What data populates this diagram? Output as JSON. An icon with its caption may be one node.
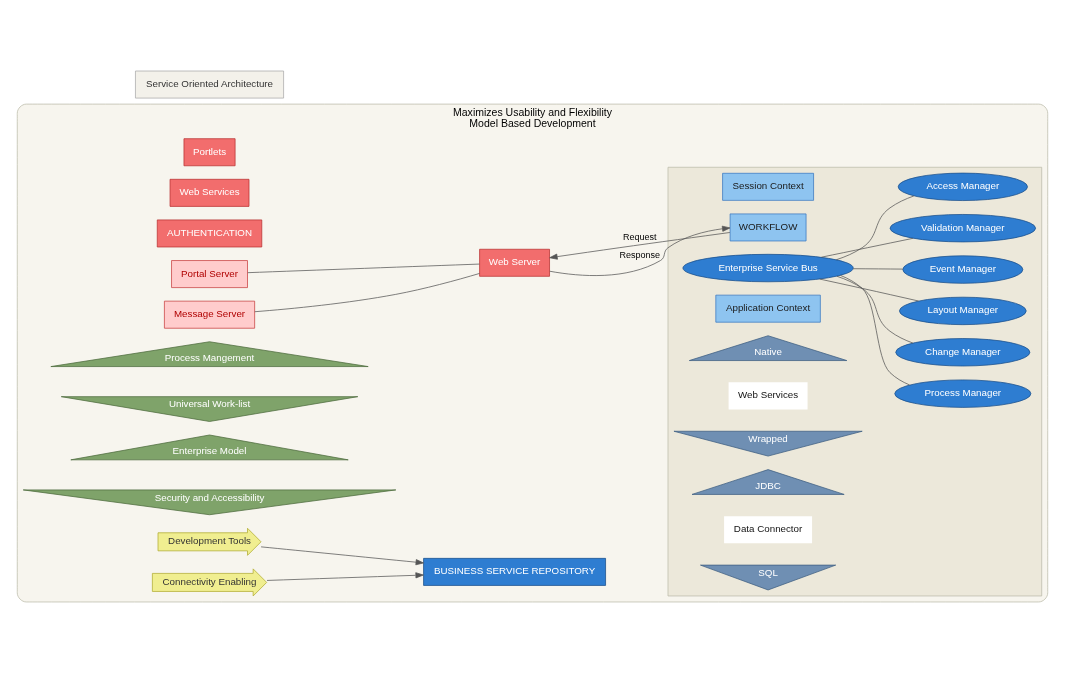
{
  "diagram": {
    "nodes": [
      {
        "text": [
          "Maximizes Usability and Flexibility",
          "Model Based Development"
        ]
      },
      {
        "text": [
          "Portlets"
        ],
        "in": 0
      },
      {
        "text": [
          "Web Services"
        ],
        "in": 0
      },
      {
        "text": [
          "AUTHENTICATION"
        ],
        "in": 0
      },
      {
        "text": [
          "Portal Server"
        ],
        "in": 0
      },
      {
        "text": [
          "Message Server"
        ],
        "in": 0
      },
      {
        "text": [
          "Web Server"
        ],
        "in": 0
      },
      {
        "text": [
          "Process Mangement"
        ],
        "in": 0
      },
      {
        "text": [
          "Universal Work-list"
        ],
        "in": 0
      },
      {
        "text": [
          "Enterprise Model"
        ],
        "in": 0
      },
      {
        "text": [
          "Security and Accessibility"
        ],
        "in": 0
      },
      {
        "text": [
          "Development Tools"
        ],
        "in": 0
      },
      {
        "text": [
          "Connectivity Enabling"
        ],
        "in": 0
      },
      {
        "text": [],
        "shape": "box",
        "in": 0
      },
      {
        "text": [
          "Session Context"
        ],
        "in": 13
      },
      {
        "text": [
          "WORKFLOW"
        ],
        "in": 13
      },
      {
        "text": [
          "Process Manager"
        ],
        "in": 13
      },
      {
        "text": [
          "Change Manager"
        ],
        "in": 13
      },
      {
        "text": [
          "Layout Manager"
        ],
        "in": 13
      },
      {
        "text": [
          "Enterprise Service Bus"
        ],
        "in": 13
      },
      {
        "text": [
          "Event Manager"
        ],
        "in": 13
      },
      {
        "text": [
          "Validation Manager"
        ],
        "in": 13
      },
      {
        "text": [
          "Access Manager"
        ],
        "in": 13
      },
      {
        "text": [
          "Application Context"
        ],
        "in": 13
      },
      {
        "text": [
          "Native"
        ],
        "in": 13
      },
      {
        "text": [
          "Web Services"
        ],
        "in": 13
      },
      {
        "text": [
          "Wrapped"
        ],
        "in": 13
      },
      {
        "text": [
          "JDBC"
        ],
        "in": 13
      },
      {
        "text": [
          "Data Connector"
        ],
        "in": 13
      },
      {
        "text": [
          "SQL"
        ],
        "in": 13
      },
      {
        "text": [
          "BUSINESS SERVICE REPOSITORY"
        ],
        "in": 0
      },
      {
        "text": [
          "Service Oriented Architecture"
        ]
      }
    ],
    "edges": [
      {
        "from": 4,
        "to": 6,
        "arrow": "none"
      },
      {
        "from": 5,
        "to": 6,
        "arrow": "none"
      },
      {
        "from": 15,
        "to": 6,
        "arrow": "to",
        "label": "Request"
      },
      {
        "from": 6,
        "to": 15,
        "arrow": "to",
        "label": "Response"
      },
      {
        "from": 11,
        "to": 30,
        "arrow": "to"
      },
      {
        "from": 12,
        "to": 30,
        "arrow": "to"
      },
      {
        "from": 19,
        "to": 16,
        "arrow": "none"
      },
      {
        "from": 19,
        "to": 17,
        "arrow": "none"
      },
      {
        "from": 19,
        "to": 18,
        "arrow": "none"
      },
      {
        "from": 19,
        "to": 20,
        "arrow": "none"
      },
      {
        "from": 19,
        "to": 21,
        "arrow": "none"
      },
      {
        "from": 19,
        "to": 22,
        "arrow": "none"
      }
    ]
  }
}
